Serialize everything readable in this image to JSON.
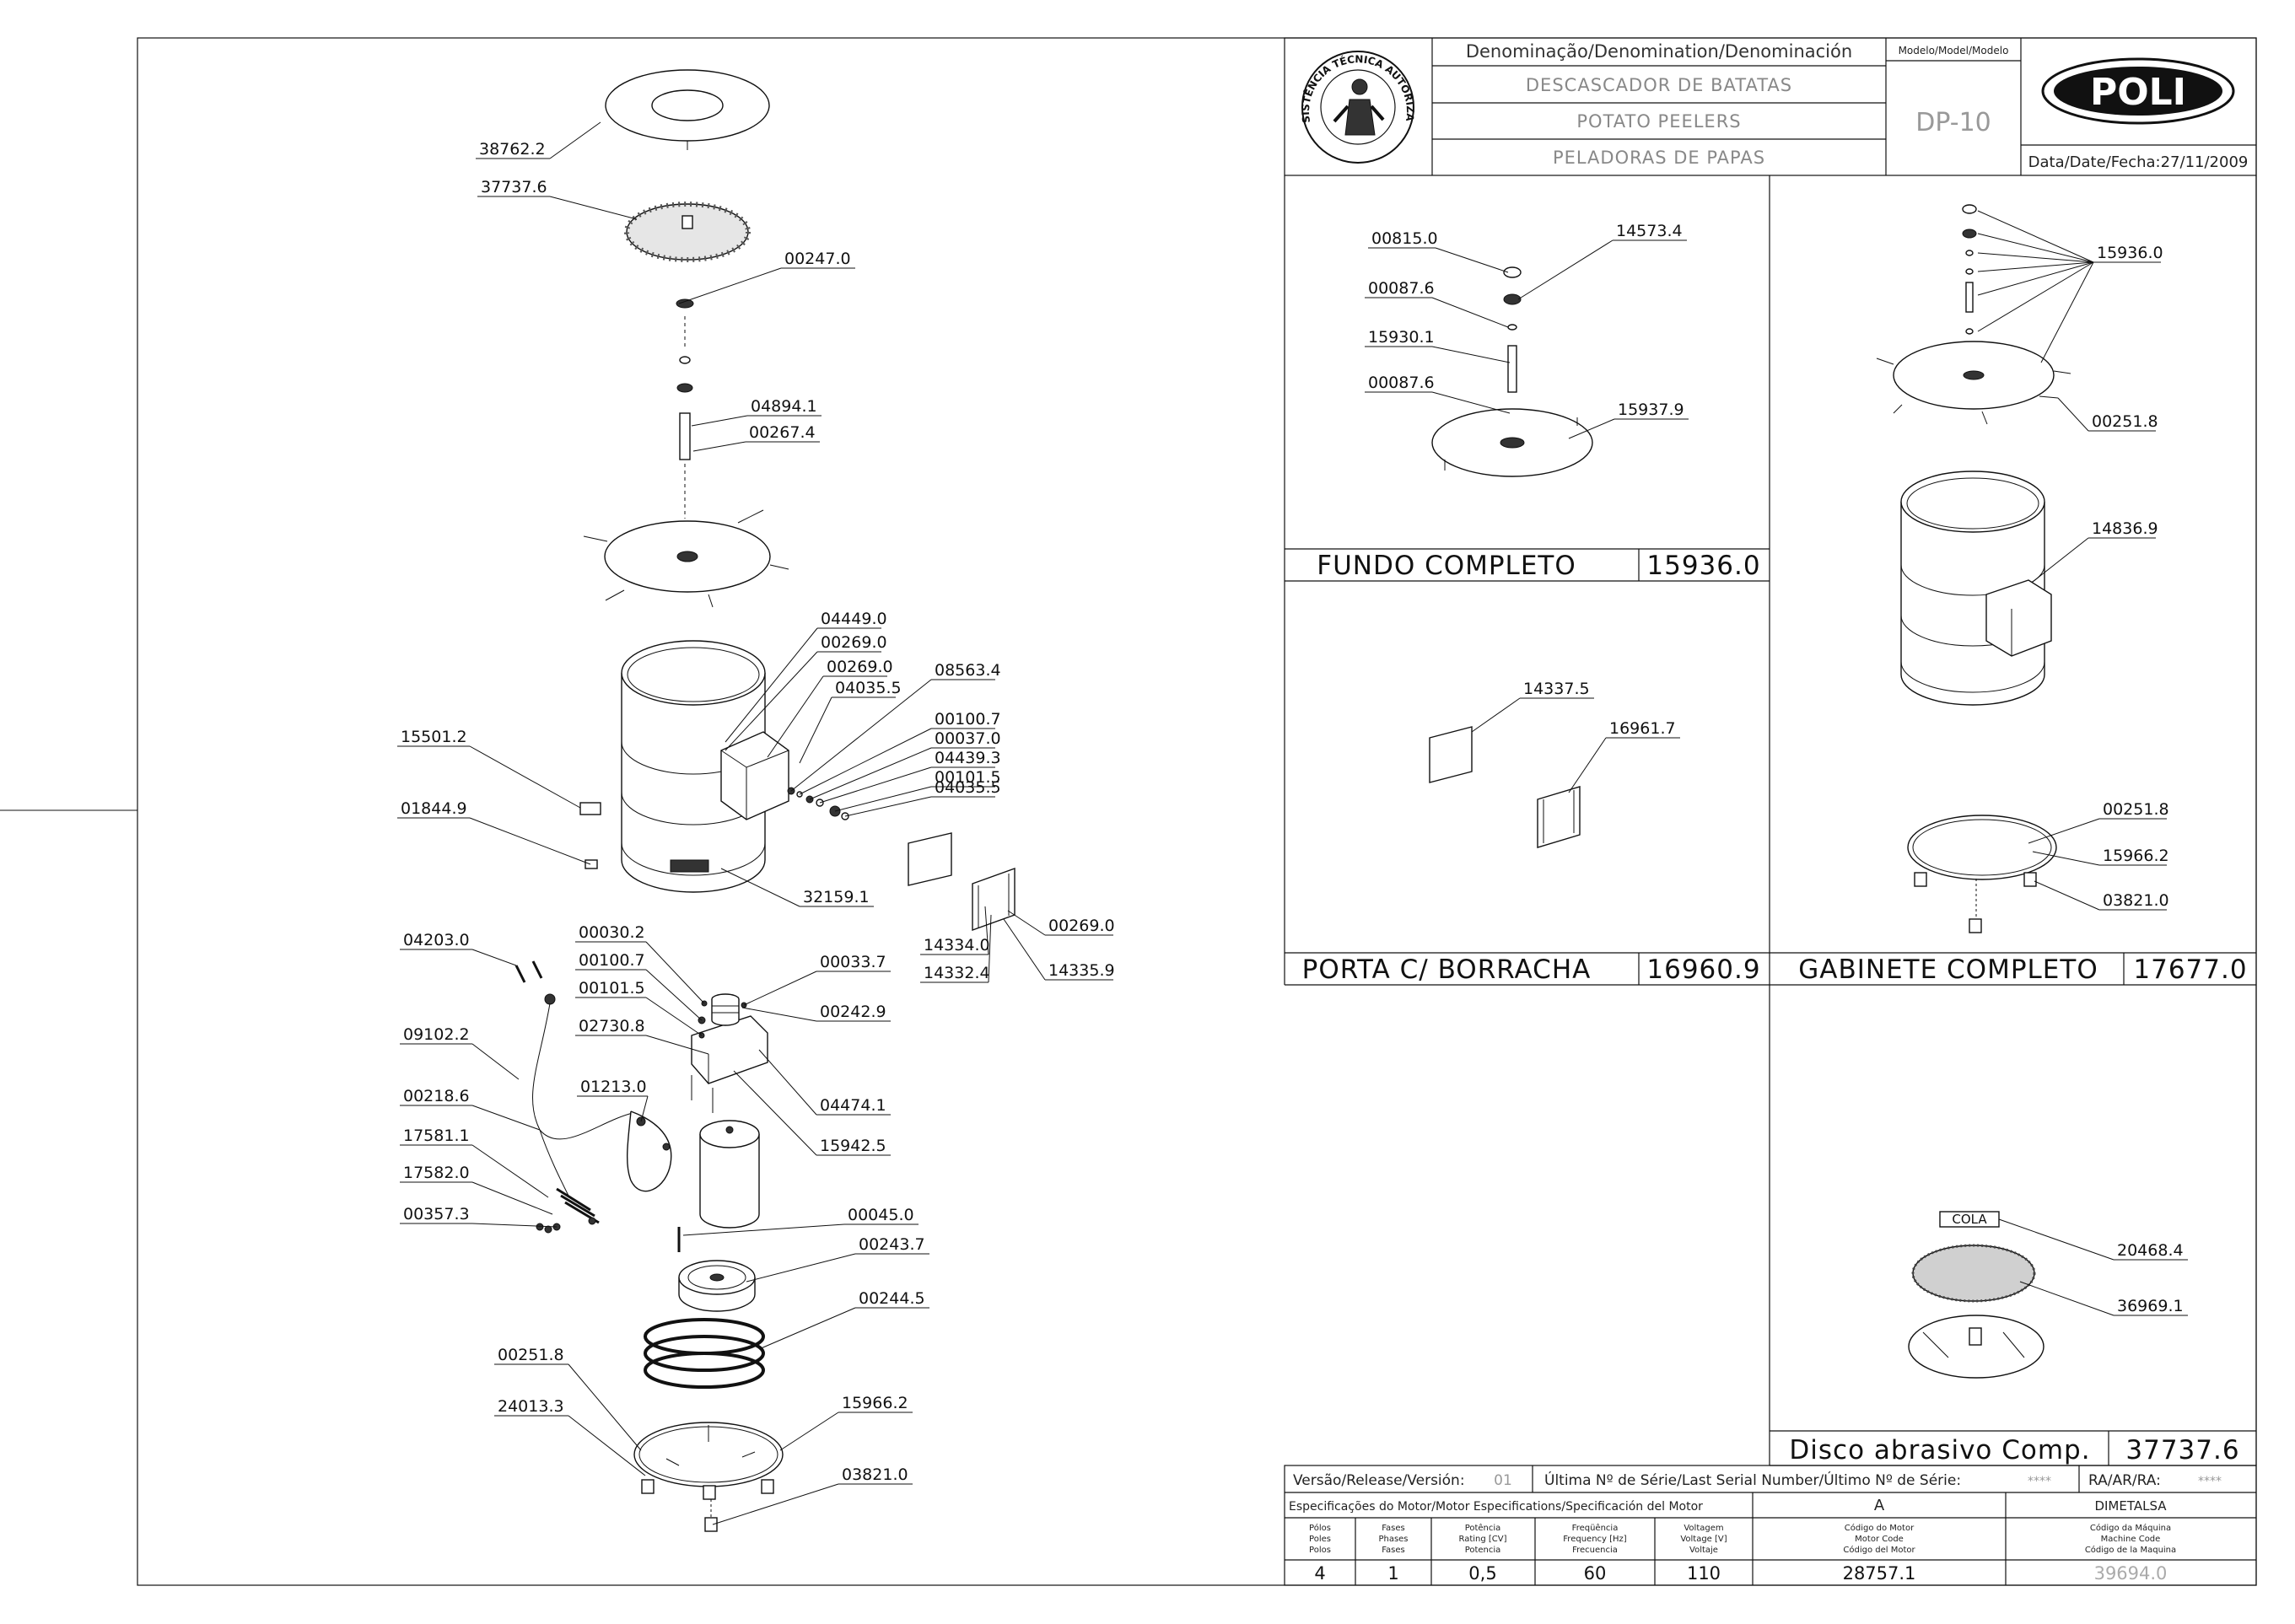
{
  "header": {
    "denomination_label": "Denominação/Denomination/Denominación",
    "name_pt": "DESCASCADOR DE BATATAS",
    "name_en": "POTATO PEELERS",
    "name_es": "PELADORAS DE PAPAS",
    "model_label": "Modelo/Model/Modelo",
    "model": "DP-10",
    "brand": "POLI",
    "date_label": "Data/Date/Fecha:",
    "date": "27/11/2009",
    "seal_text": "ASSISTÊNCIA TÉCNICA AUTORIZADA"
  },
  "main_callouts": [
    "38762.2",
    "37737.6",
    "00247.0",
    "04894.1",
    "00267.4",
    "04449.0",
    "00269.0",
    "00269.0",
    "04035.5",
    "08563.4",
    "00100.7",
    "00037.0",
    "04439.3",
    "00101.5",
    "04035.5",
    "15501.2",
    "01844.9",
    "32159.1",
    "14334.0",
    "14332.4",
    "00269.0",
    "14335.9",
    "04203.0",
    "09102.2",
    "00218.6",
    "17581.1",
    "17582.0",
    "00357.3",
    "00030.2",
    "00100.7",
    "00101.5",
    "02730.8",
    "01213.0",
    "00033.7",
    "00242.9",
    "04474.1",
    "15942.5",
    "00045.0",
    "00243.7",
    "00244.5",
    "00251.8",
    "24013.3",
    "15966.2",
    "03821.0"
  ],
  "panels": {
    "fundo": {
      "title": "FUNDO COMPLETO",
      "code": "15936.0",
      "callouts": [
        "00815.0",
        "14573.4",
        "00087.6",
        "15930.1",
        "00087.6",
        "15937.9"
      ]
    },
    "porta": {
      "title": "PORTA C/ BORRACHA",
      "code": "16960.9",
      "callouts": [
        "14337.5",
        "16961.7"
      ]
    },
    "gabinete": {
      "title": "GABINETE COMPLETO",
      "code": "17677.0",
      "callouts": [
        "15936.0",
        "00251.8",
        "14836.9",
        "00251.8",
        "15966.2",
        "03821.0"
      ]
    },
    "disco": {
      "title": "Disco abrasivo Comp.",
      "code": "37737.6",
      "callouts": [
        "COLA",
        "20468.4",
        "36969.1"
      ]
    }
  },
  "footer": {
    "version_label": "Versão/Release/Versión:",
    "version": "01",
    "serial_label": "Última Nº de Série/Last Serial Number/Último Nº de Série:",
    "serial_value": "****",
    "ra_label": "RA/AR/RA:",
    "ra_value": "****",
    "motor_spec_label": "Especificações do Motor/Motor Especifications/Specificación del Motor",
    "motor_supplier_code": "A",
    "motor_maker": "DIMETALSA",
    "col_poles": [
      "Pólos",
      "Poles",
      "Polos"
    ],
    "col_phases": [
      "Fases",
      "Phases",
      "Fases"
    ],
    "col_power": [
      "Potência",
      "Rating [CV]",
      "Potencia"
    ],
    "col_freq": [
      "Freqüência",
      "Frequency [Hz]",
      "Frecuencia"
    ],
    "col_volt": [
      "Voltagem",
      "Voltage [V]",
      "Voltaje"
    ],
    "col_motor_code": [
      "Código do Motor",
      "Motor Code",
      "Código del Motor"
    ],
    "col_machine_code": [
      "Código da Máquina",
      "Machine Code",
      "Código de la Maquina"
    ],
    "poles": "4",
    "phases": "1",
    "power": "0,5",
    "frequency": "60",
    "voltage": "110",
    "motor_code": "28757.1",
    "machine_code": "39694.0"
  }
}
